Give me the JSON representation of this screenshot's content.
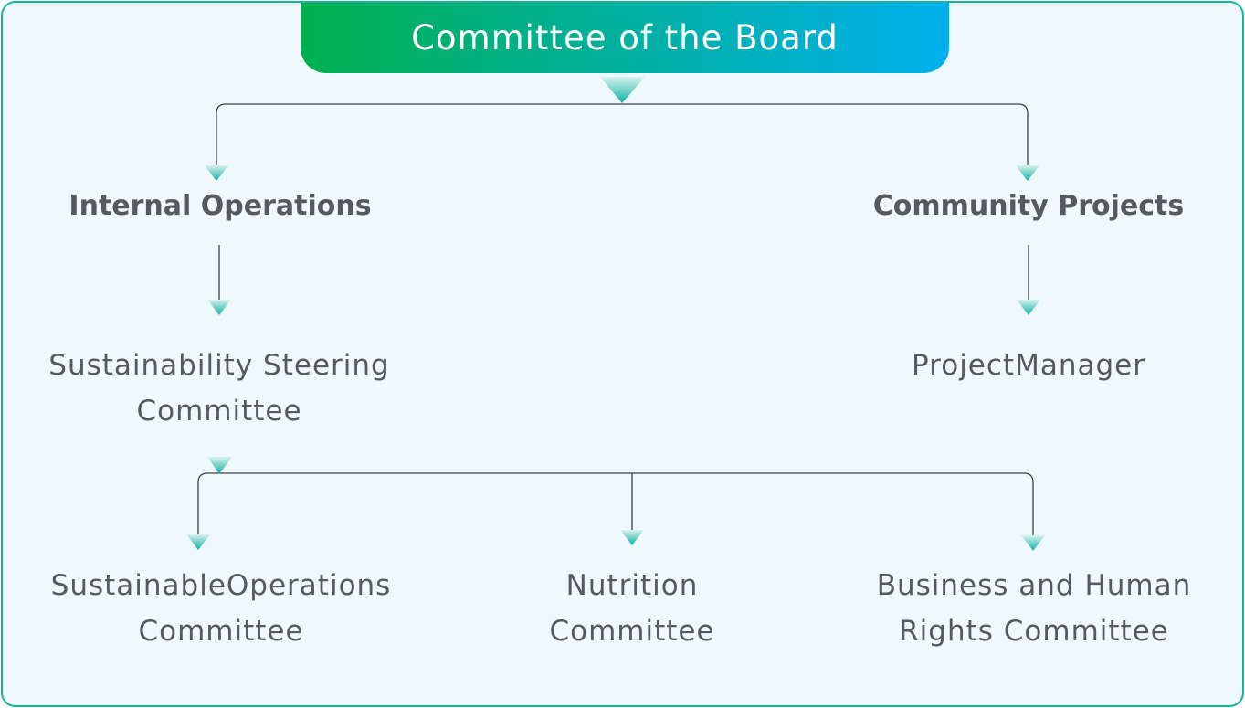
{
  "header": {
    "title": "Committee of the Board"
  },
  "colors": {
    "border": "#19b39b",
    "panel_background": "#eff8fc",
    "title_gradient": [
      "#00b04e",
      "#00b0a0",
      "#00b0ee"
    ],
    "node_text": "#555a5e",
    "connector": "#3c4245",
    "arrow": "#1ab7aa"
  },
  "nodes": {
    "internal_operations": "Internal Operations",
    "community_projects": "Community Projects",
    "sustainability_steering": [
      "Sustainability Steering",
      "Committee"
    ],
    "project_manager": "ProjectManager",
    "sustainable_operations": [
      "SustainableOperations",
      "Committee"
    ],
    "nutrition": [
      "Nutrition",
      "Committee"
    ],
    "business_human_rights": [
      "Business and Human",
      "Rights Committee"
    ]
  }
}
